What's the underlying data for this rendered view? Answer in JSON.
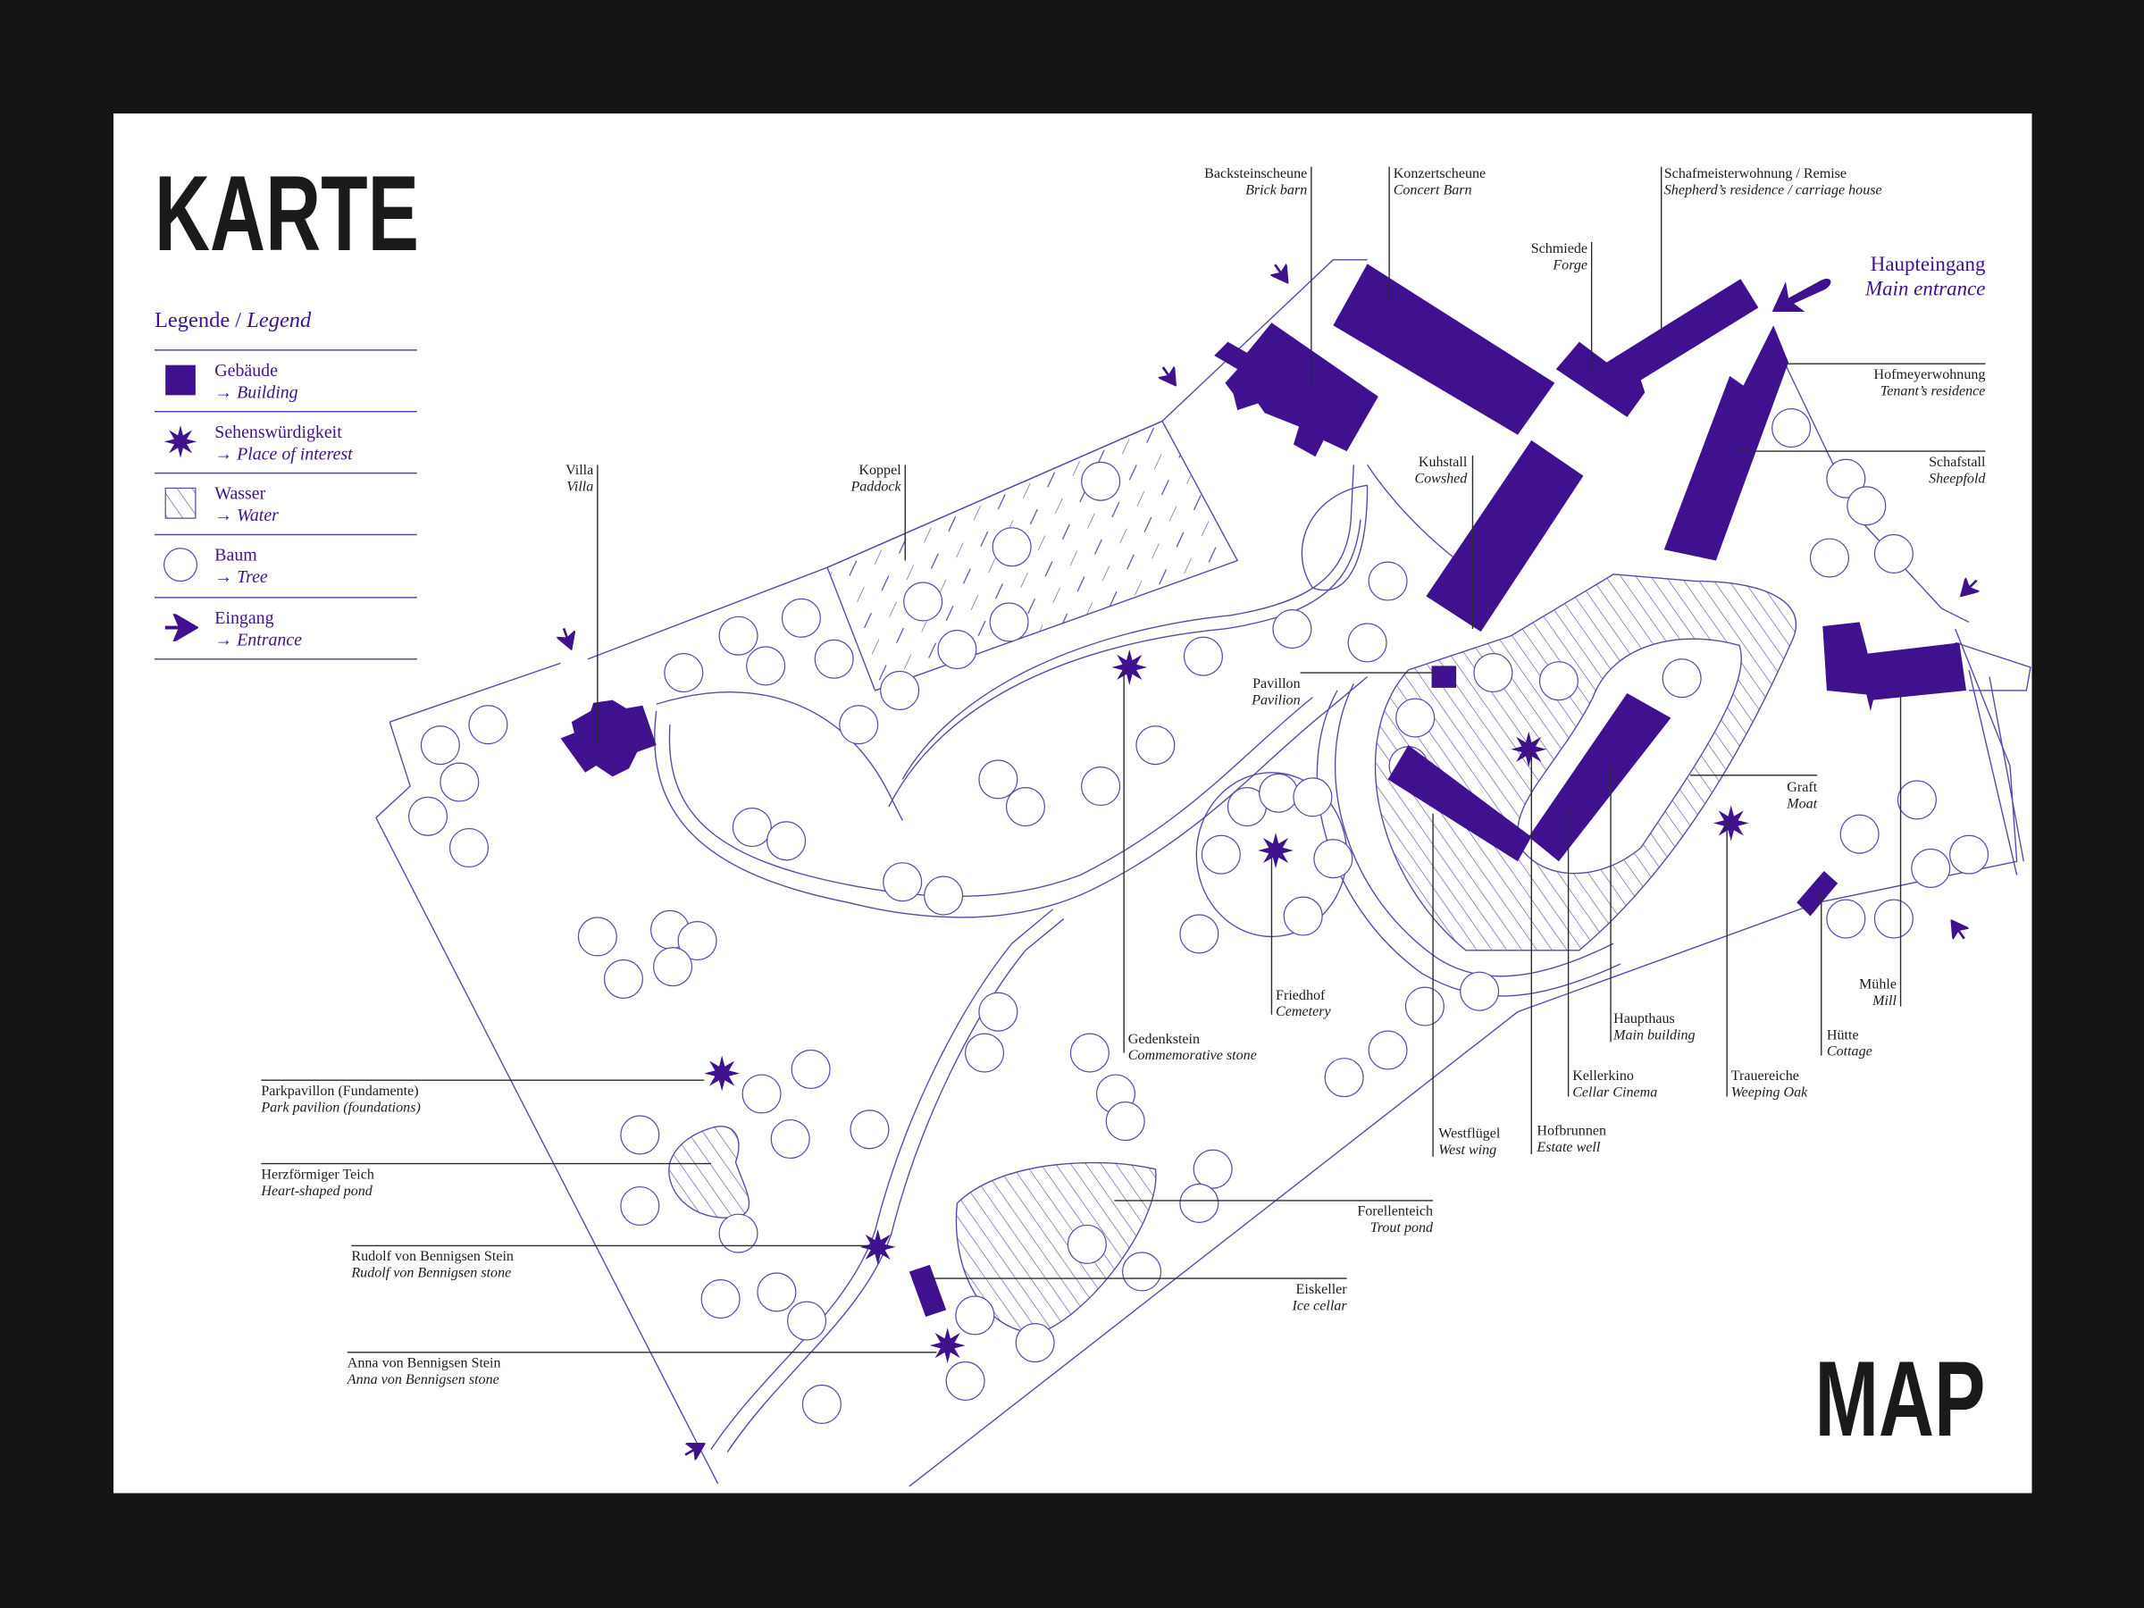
{
  "title": "KARTE",
  "title_en": "MAP",
  "legend": {
    "title_de": "Legende /",
    "title_en": "Legend",
    "items": [
      {
        "de": "Gebäude",
        "en": "→ Building",
        "icon": "building-square-icon"
      },
      {
        "de": "Sehenswürdigkeit",
        "en": "→ Place of interest",
        "icon": "star-icon"
      },
      {
        "de": "Wasser",
        "en": "→ Water",
        "icon": "hatched-water-icon"
      },
      {
        "de": "Baum",
        "en": "→ Tree",
        "icon": "tree-circle-icon"
      },
      {
        "de": "Eingang",
        "en": "→ Entrance",
        "icon": "entrance-arrow-icon"
      }
    ]
  },
  "main_entrance": {
    "de": "Haupteingang",
    "en": "Main entrance"
  },
  "labels": [
    {
      "de": "Backsteinscheune",
      "en": "Brick barn"
    },
    {
      "de": "Konzertscheune",
      "en": "Concert Barn"
    },
    {
      "de": "Schafmeisterwohnung / Remise",
      "en": "Shepherd’s residence / carriage house"
    },
    {
      "de": "Schmiede",
      "en": "Forge"
    },
    {
      "de": "Hofmeyerwohnung",
      "en": "Tenant’s residence"
    },
    {
      "de": "Schafstall",
      "en": "Sheepfold"
    },
    {
      "de": "Villa",
      "en": "Villa"
    },
    {
      "de": "Koppel",
      "en": "Paddock"
    },
    {
      "de": "Kuhstall",
      "en": "Cowshed"
    },
    {
      "de": "Pavillon",
      "en": "Pavilion"
    },
    {
      "de": "Gedenkstein",
      "en": "Commemorative stone"
    },
    {
      "de": "Friedhof",
      "en": "Cemetery"
    },
    {
      "de": "Graft",
      "en": "Moat"
    },
    {
      "de": "Mühle",
      "en": "Mill"
    },
    {
      "de": "Hütte",
      "en": "Cottage"
    },
    {
      "de": "Haupthaus",
      "en": "Main building"
    },
    {
      "de": "Kellerkino",
      "en": "Cellar Cinema"
    },
    {
      "de": "Trauereiche",
      "en": "Weeping Oak"
    },
    {
      "de": "Westflügel",
      "en": "West wing"
    },
    {
      "de": "Hofbrunnen",
      "en": "Estate well"
    },
    {
      "de": "Parkpavillon (Fundamente)",
      "en": "Park pavilion (foundations)"
    },
    {
      "de": "Herzförmiger Teich",
      "en": "Heart-shaped pond"
    },
    {
      "de": "Rudolf von Bennigsen Stein",
      "en": "Rudolf von Bennigsen stone"
    },
    {
      "de": "Anna von Bennigsen Stein",
      "en": "Anna von Bennigsen stone"
    },
    {
      "de": "Forellenteich",
      "en": "Trout pond"
    },
    {
      "de": "Eiskeller",
      "en": "Ice cellar"
    }
  ],
  "colors": {
    "accent": "#40118f",
    "ink": "#1a1a1a",
    "line": "#5a48a8",
    "paper": "#ffffff",
    "background": "#141414"
  }
}
